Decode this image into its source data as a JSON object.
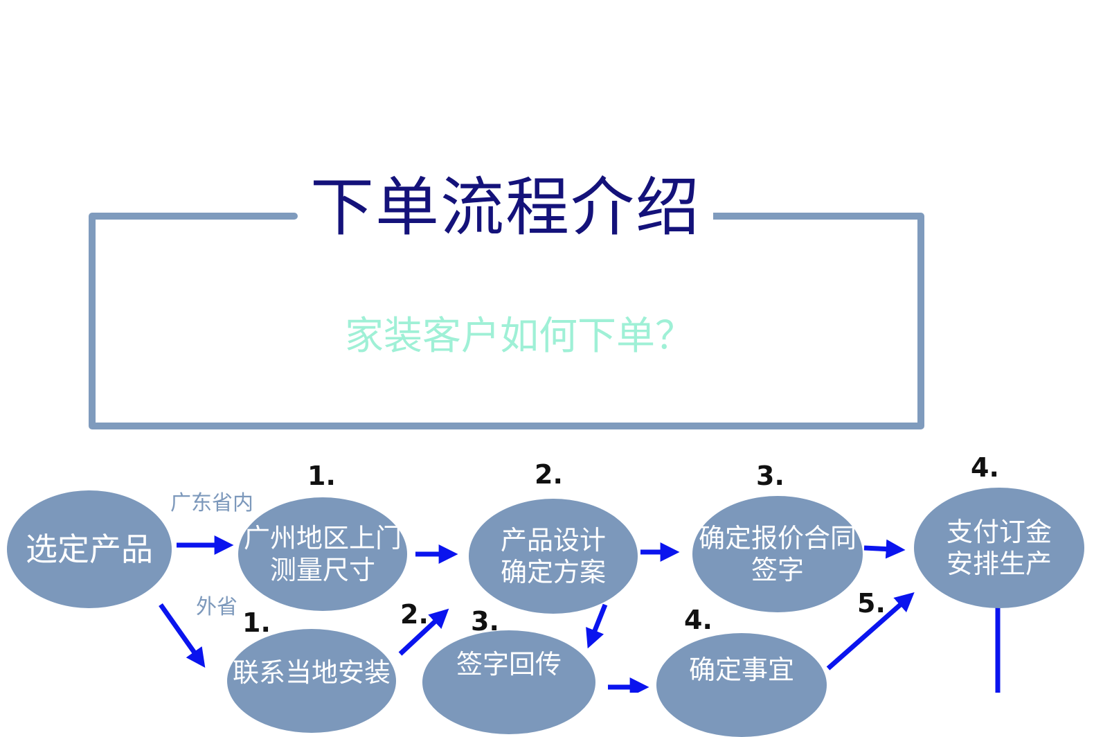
{
  "title": "下单流程介绍",
  "subtitle": "家装客户如何下单？",
  "branches": {
    "in_province": "广东省内",
    "out_province": "外省"
  },
  "nodes": {
    "select_product": "选定产品",
    "measure": [
      "广州地区上门",
      "测量尺寸"
    ],
    "design": [
      "产品设计",
      "确定方案"
    ],
    "contract": [
      "确定报价合同",
      "签字"
    ],
    "deposit": [
      "支付订金",
      "安排生产"
    ],
    "contact_local": [
      "联系当地安装"
    ],
    "sign_return": [
      "签字回传"
    ],
    "confirm_matters": [
      "确定事宜"
    ]
  },
  "step_numbers": {
    "measure": "1.",
    "design": "2.",
    "contract": "3.",
    "deposit": "4.",
    "contact_local": "1.",
    "to_design": "2.",
    "sign_return": "3.",
    "confirm_matters": "4.",
    "to_deposit": "5."
  },
  "colors": {
    "title": "#14127a",
    "subtitle": "#9ff0d6",
    "frame": "#7f9bbd",
    "node_fill": "#7c98bb",
    "node_text": "#ffffff",
    "arrow": "#0a14ee",
    "branch_label": "#7c98bb"
  }
}
